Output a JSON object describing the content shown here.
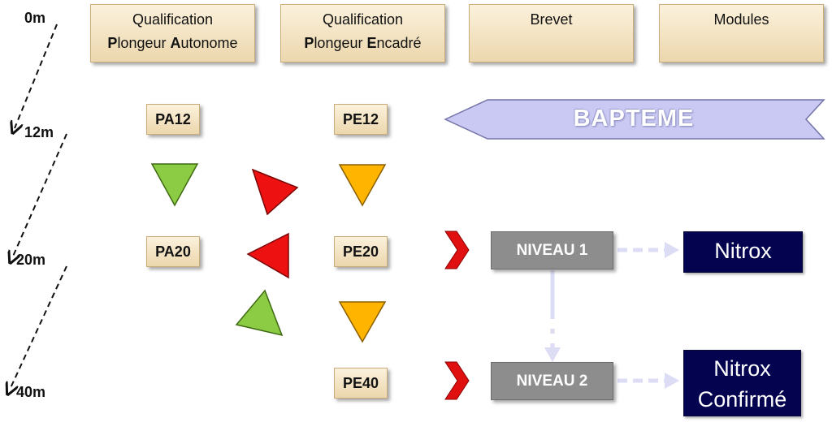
{
  "headers": [
    {
      "line1": "Qualification",
      "line2": [
        {
          "initial": "P",
          "rest": "longeur "
        },
        {
          "initial": "A",
          "rest": "utonome"
        }
      ]
    },
    {
      "line1": "Qualification",
      "line2": [
        {
          "initial": "P",
          "rest": "longeur "
        },
        {
          "initial": "E",
          "rest": "ncadré"
        }
      ]
    },
    {
      "line1": "Brevet"
    },
    {
      "line1": "Modules"
    }
  ],
  "depths": [
    "0m",
    "12m",
    "20m",
    "40m"
  ],
  "levels": {
    "pa12": "PA12",
    "pe12": "PE12",
    "pa20": "PA20",
    "pe20": "PE20",
    "pe40": "PE40"
  },
  "bapteme": "BAPTEME",
  "niveaux": {
    "n1": "NIVEAU 1",
    "n2": "NIVEAU 2"
  },
  "modules": {
    "nitrox": "Nitrox",
    "nitrox_confirme_l1": "Nitrox",
    "nitrox_confirme_l2": "Confirmé"
  },
  "colors": {
    "header_fill": "#f3e3c2",
    "green": "#8ccc44",
    "red": "#ee1111",
    "orange": "#ffb400",
    "bapteme_fill": "#c9c9f3",
    "niveau_fill": "#8d8d8d",
    "module_fill": "#03034f",
    "chevron": "#e01010",
    "dashed_arrow": "#dcdcf5"
  }
}
